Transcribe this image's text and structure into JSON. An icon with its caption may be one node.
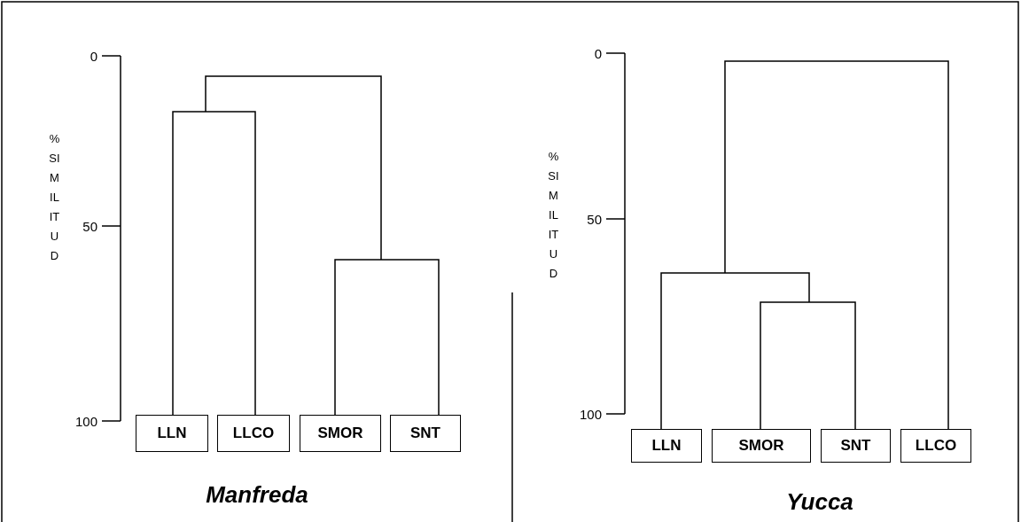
{
  "diagram": {
    "nodes": [
      {
        "text": [
          "LLN"
        ]
      },
      {
        "text": [
          "LLCO"
        ]
      },
      {
        "text": [
          "SMOR"
        ]
      },
      {
        "text": [
          "SNT"
        ]
      },
      {
        "text": [
          "LLN"
        ]
      },
      {
        "text": [
          "SMOR"
        ]
      },
      {
        "text": [
          "SNT"
        ]
      },
      {
        "text": [
          "LLCO"
        ]
      }
    ],
    "labels": [
      "0",
      "50",
      "100",
      "%SIMILITUD",
      "Manfreda",
      "0",
      "50",
      "100",
      "%SIMILITUD",
      "Yucca"
    ]
  }
}
